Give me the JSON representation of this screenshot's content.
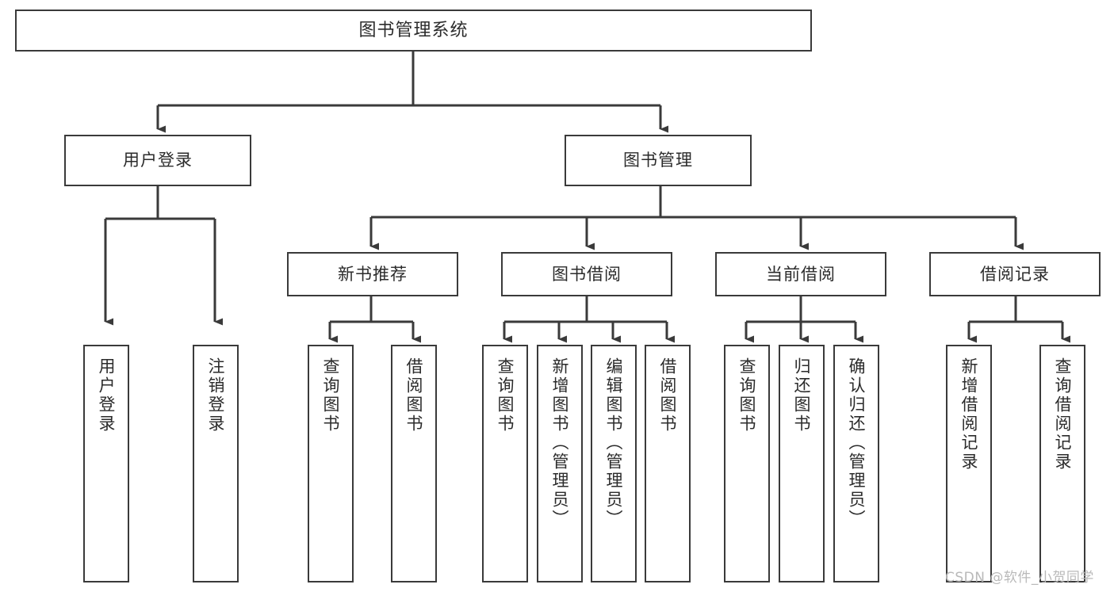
{
  "diagram": {
    "title": "图书管理系统",
    "type": "tree",
    "watermark": "CSDN @软件_小贺同学",
    "colors": {
      "box_border": "#3a3a3a",
      "box_fill": "#ffffff",
      "connector": "#3a3a3a",
      "text": "#2b2b2b",
      "watermark": "#b9b9b9",
      "background": "#ffffff"
    },
    "levels": {
      "root": {
        "label": "图书管理系统"
      },
      "level1": [
        {
          "label": "用户登录"
        },
        {
          "label": "图书管理"
        }
      ],
      "level2": [
        {
          "label": "新书推荐"
        },
        {
          "label": "图书借阅"
        },
        {
          "label": "当前借阅"
        },
        {
          "label": "借阅记录"
        }
      ],
      "leaves": {
        "user_login": [
          {
            "label": "用户登录"
          },
          {
            "label": "注销登录"
          }
        ],
        "new_book_recommend": [
          {
            "label": "查询图书"
          },
          {
            "label": "借阅图书"
          }
        ],
        "book_borrow": [
          {
            "label": "查询图书"
          },
          {
            "label": "新增图书（管理员）"
          },
          {
            "label": "编辑图书（管理员）"
          },
          {
            "label": "借阅图书"
          }
        ],
        "current_borrow": [
          {
            "label": "查询图书"
          },
          {
            "label": "归还图书"
          },
          {
            "label": "确认归还（管理员）"
          }
        ],
        "borrow_record": [
          {
            "label": "新增借阅记录"
          },
          {
            "label": "查询借阅记录"
          }
        ]
      }
    }
  }
}
